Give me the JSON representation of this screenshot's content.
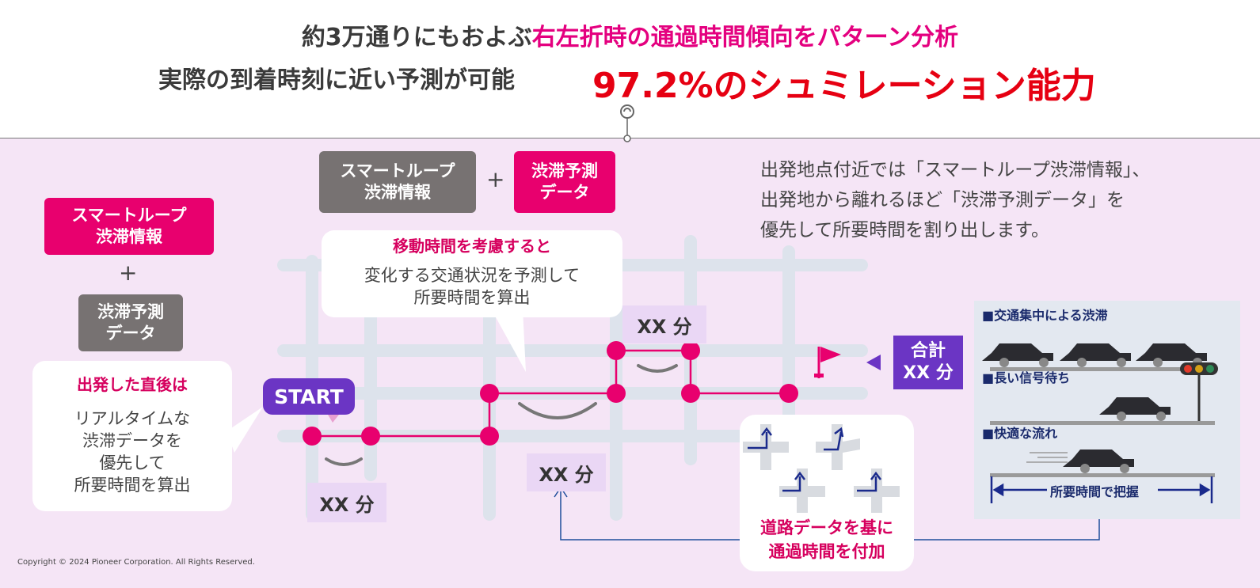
{
  "headline": {
    "line1_prefix": "約3万通りにもおよぶ",
    "line1_highlight": "右左折時の通過時間傾向をパターン分析",
    "line2_left": "実際の到着時刻に近い予測が可能",
    "line2_big": "97.2%のシュミレーション能力"
  },
  "combo_top": {
    "gray_line1": "スマートループ",
    "gray_line2": "渋滞情報",
    "plus": "+",
    "pink_line1": "渋滞予測",
    "pink_line2": "データ"
  },
  "combo_left": {
    "pink_line1": "スマートループ",
    "pink_line2": "渋滞情報",
    "plus": "+",
    "gray_line1": "渋滞予測",
    "gray_line2": "データ"
  },
  "bubble_move": {
    "title": "移動時間を考慮すると",
    "line1": "変化する交通状況を予測して",
    "line2": "所要時間を算出"
  },
  "bubble_start": {
    "title": "出発した直後は",
    "line1": "リアルタイムな",
    "line2": "渋滞データを",
    "line3": "優先して",
    "line4": "所要時間を算出"
  },
  "note": {
    "line1": "出発地点付近では「スマートループ渋滞情報」、",
    "line2": "出発地から離れるほど「渋滞予測データ」を",
    "line3": "優先して所要時間を割り出します。"
  },
  "route": {
    "start_label": "START",
    "segment_a": "XX 分",
    "segment_b": "XX 分",
    "segment_c": "XX 分",
    "total_line1": "合計",
    "total_line2": "XX 分"
  },
  "road_data": {
    "line1": "道路データを基に",
    "line2": "通過時間を付加"
  },
  "panel": {
    "item1": "■交通集中による渋滞",
    "item2": "■長い信号待ち",
    "item3": "■快適な流れ",
    "measure": "所要時間で把握"
  },
  "copyright": "Copyright © 2024 Pioneer Corporation. All Rights Reserved.",
  "colors": {
    "pink": "#e8006e",
    "red": "#e60012",
    "purple": "#6b35c4",
    "gray": "#777272",
    "background": "#f5e5f6",
    "road": "#dde3ec"
  }
}
